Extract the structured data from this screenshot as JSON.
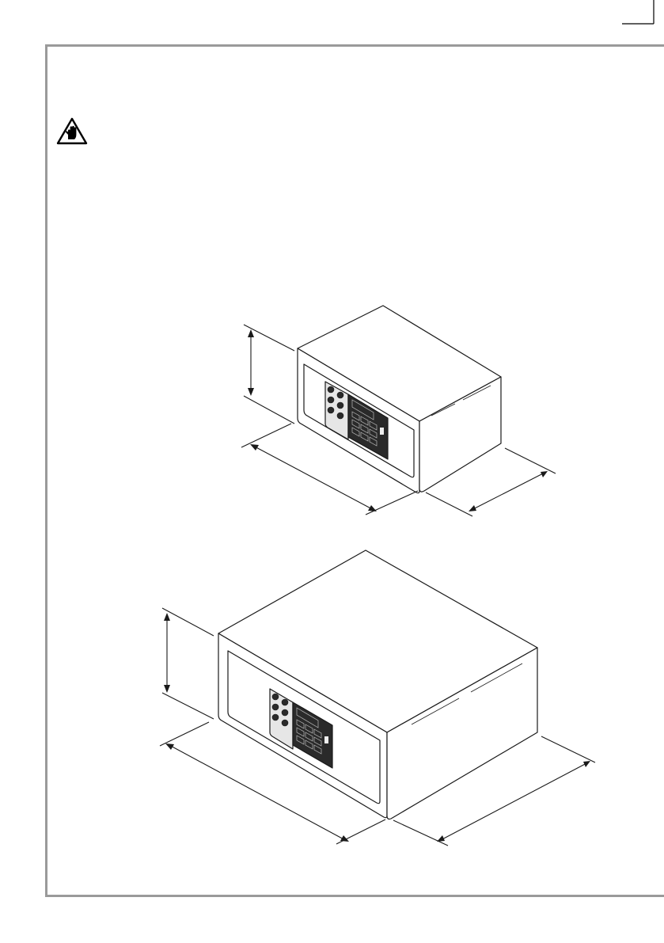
{
  "page": {
    "warning_icon": "hand-stop-warning-icon",
    "colors": {
      "frame": "#9a9a9a",
      "line": "#1a1a1a",
      "panel_dark": "#2a2a2a",
      "panel_light": "#e6e6e6"
    }
  },
  "diagrams": [
    {
      "name": "small-safe",
      "dimension_arrows": [
        "height",
        "width",
        "depth"
      ]
    },
    {
      "name": "large-safe",
      "dimension_arrows": [
        "height",
        "width",
        "depth"
      ]
    }
  ]
}
